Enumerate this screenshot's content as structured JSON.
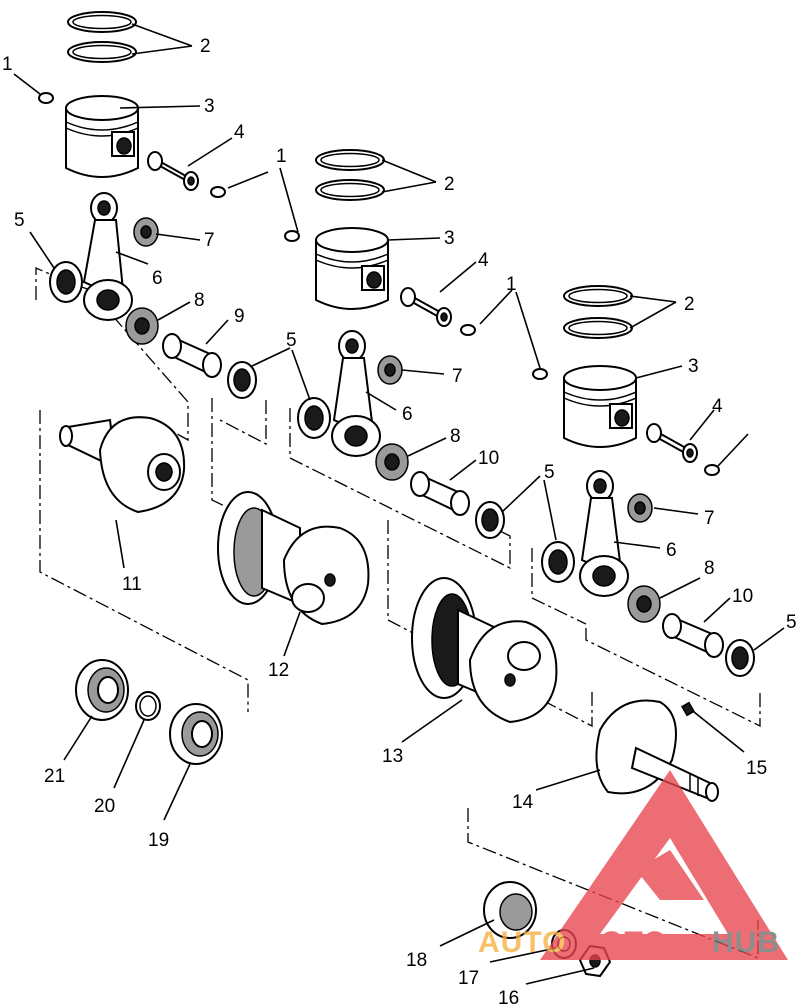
{
  "callouts": {
    "c1a": "1",
    "c2a": "2",
    "c3a": "3",
    "c4a": "4",
    "c5a": "5",
    "c6a": "6",
    "c7a": "7",
    "c8a": "8",
    "c9": "9",
    "c1b": "1",
    "c2b": "2",
    "c3b": "3",
    "c4b": "4",
    "c5b": "5",
    "c6b": "6",
    "c7b": "7",
    "c8b": "8",
    "c10b": "10",
    "c1c": "1",
    "c2c": "2",
    "c3c": "3",
    "c4c": "4",
    "c5c": "5",
    "c5d": "5",
    "c6c": "6",
    "c7c": "7",
    "c8c": "8",
    "c10c": "10",
    "c5e": "5",
    "c11": "11",
    "c12": "12",
    "c13": "13",
    "c14": "14",
    "c15": "15",
    "c16": "16",
    "c17": "17",
    "c18": "18",
    "c19": "19",
    "c20": "20",
    "c21": "21"
  },
  "watermark": {
    "part1": "AUTO",
    "part2": "MOTO",
    "part3": "HUB",
    "colors": {
      "red": "#e8454f",
      "orange": "#f5b041",
      "grey": "#6e6e6e"
    }
  }
}
